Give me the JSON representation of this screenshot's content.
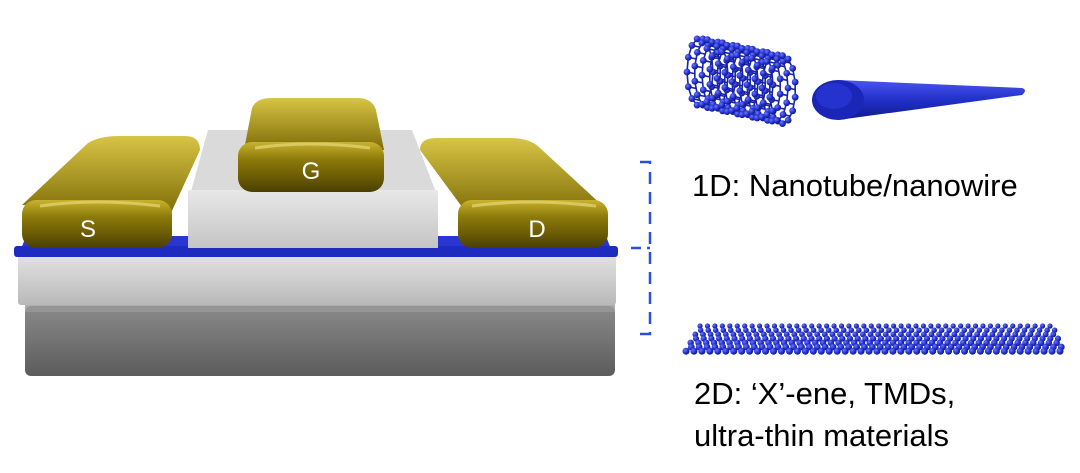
{
  "device": {
    "electrodes": [
      {
        "id": "source",
        "label": "S"
      },
      {
        "id": "gate",
        "label": "G"
      },
      {
        "id": "drain",
        "label": "D"
      }
    ]
  },
  "materials": {
    "one_d_label": "1D: Nanotube/nanowire",
    "two_d_label_line1": "2D: ‘X’-ene, TMDs,",
    "two_d_label_line2": "ultra-thin materials"
  },
  "colors": {
    "gold": "#8a7a08",
    "channel_blue": "#2230c8",
    "oxide_gray": "#cfcfcf",
    "substrate_gray": "#7a7a7a",
    "bracket_blue": "#2a4fd8"
  }
}
